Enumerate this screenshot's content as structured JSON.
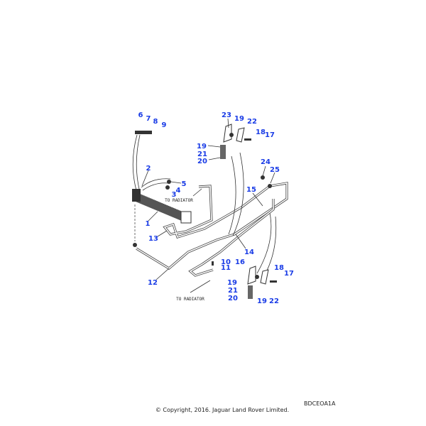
{
  "diagram": {
    "callouts": [
      "6",
      "7",
      "8",
      "9",
      "2",
      "5",
      "4",
      "3",
      "1",
      "23",
      "19",
      "22",
      "18",
      "17",
      "19",
      "21",
      "20",
      "24",
      "25",
      "15",
      "13",
      "12",
      "14",
      "10",
      "11",
      "16",
      "18",
      "17",
      "19",
      "21",
      "20",
      "19",
      "22"
    ],
    "notes": [
      "TO RADIATOR",
      "TO RADIATOR"
    ],
    "label_color": "#1a3ce6"
  },
  "footer": {
    "code": "BDCEOA1A",
    "copyright": "© Copyright, 2016. Jaguar Land Rover Limited."
  }
}
